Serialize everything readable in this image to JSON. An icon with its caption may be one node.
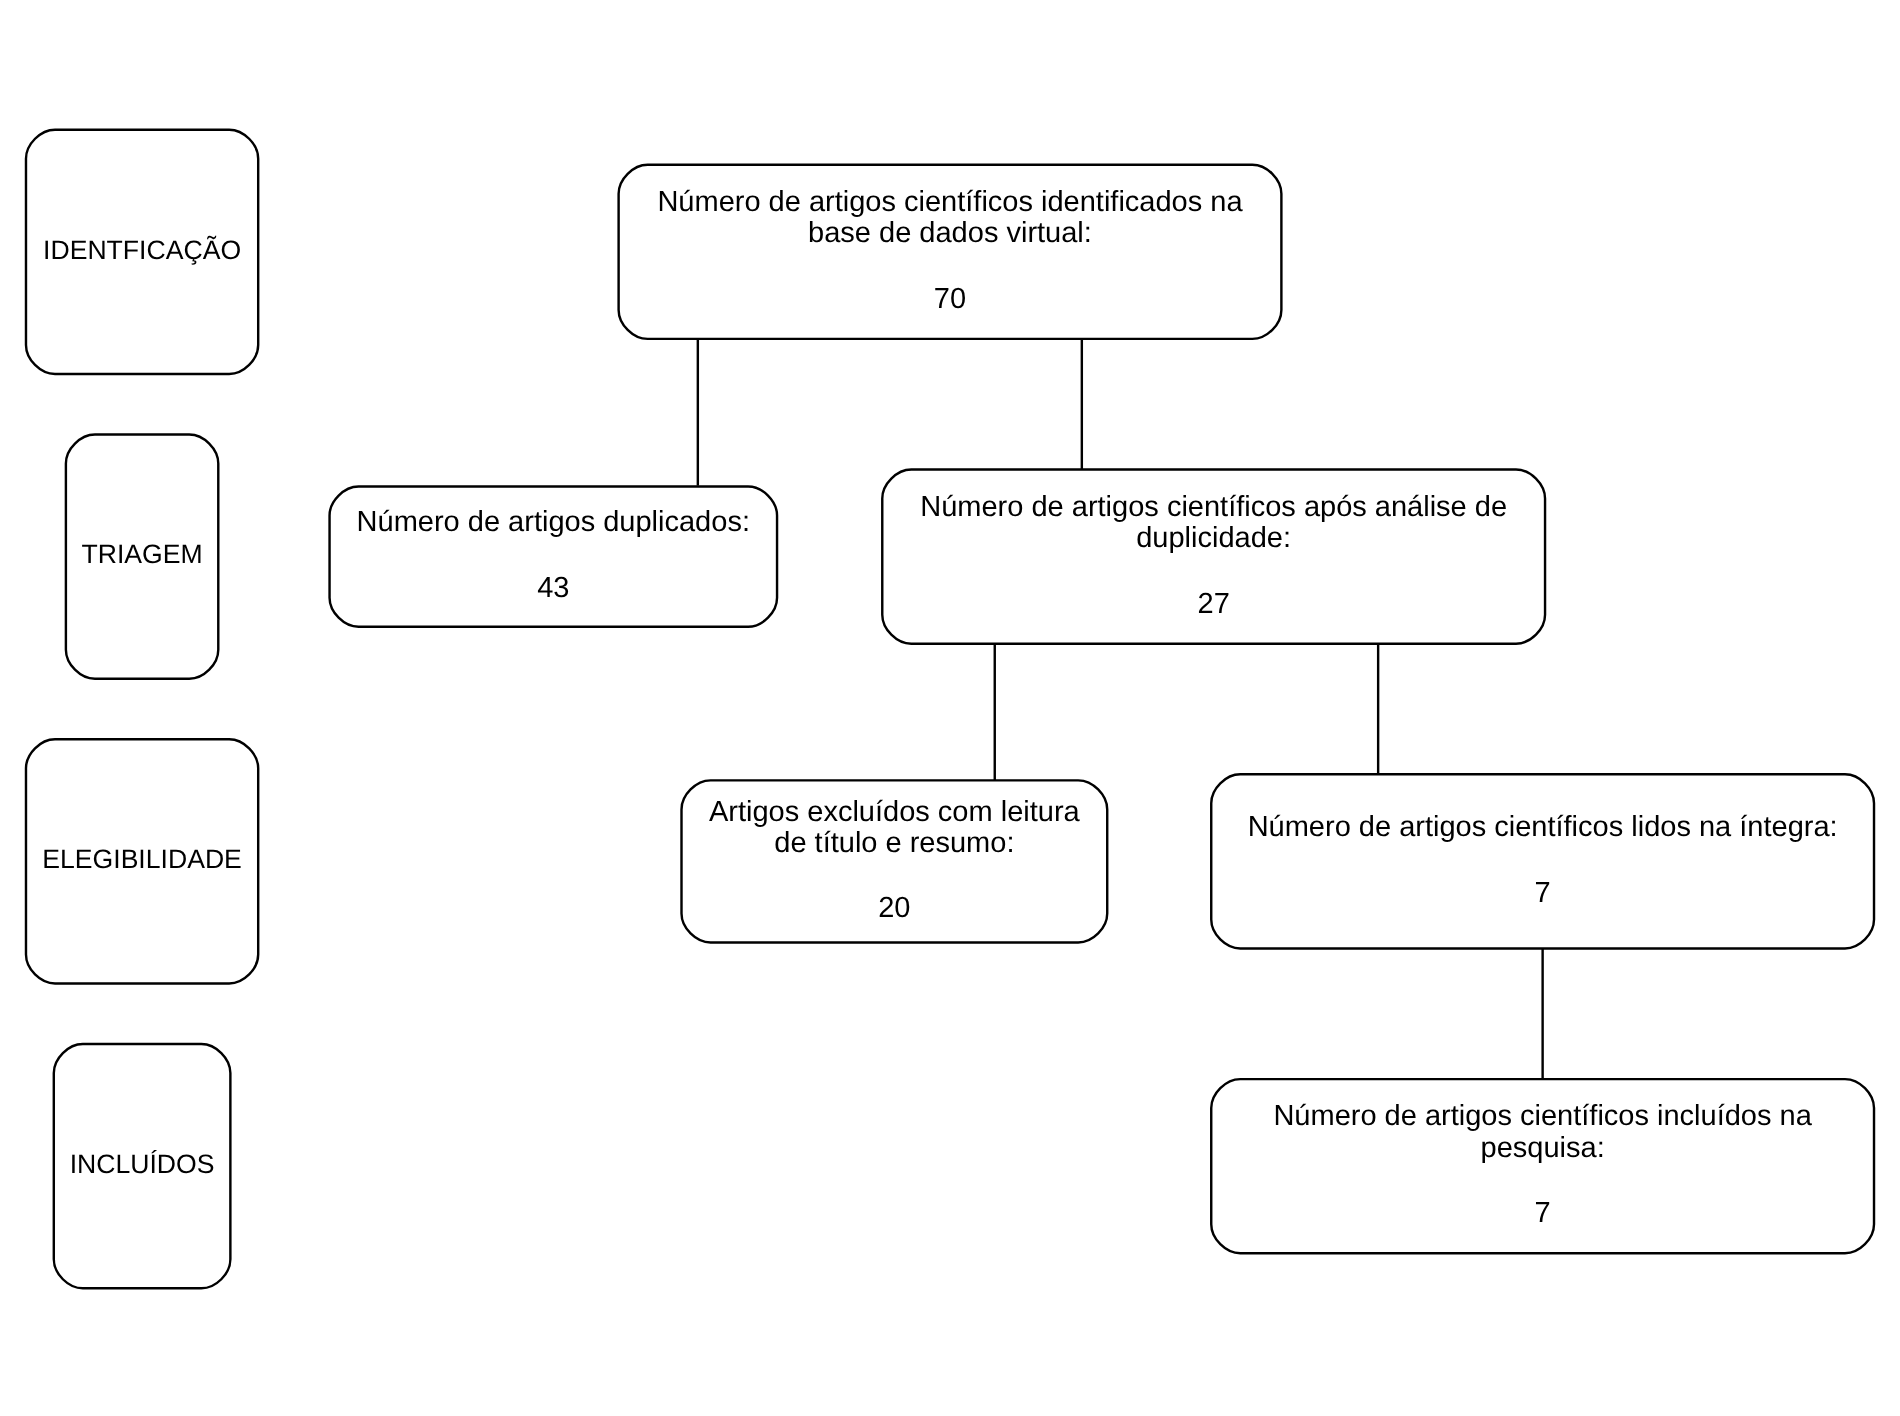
{
  "diagram": {
    "nodes": [
      {
        "text": [
          "IDENTFICAÇÃO"
        ]
      },
      {
        "text": [
          "Número de artigos científicos identificados na base de dados virtual:",
          "70"
        ]
      },
      {
        "text": [
          "Número de artigos duplicados:",
          "43"
        ]
      },
      {
        "text": [
          "TRIAGEM"
        ]
      },
      {
        "text": [
          "Número de artigos científicos após análise de duplicidade:",
          "27"
        ]
      },
      {
        "text": [
          "Artigos excluídos com leitura de título e resumo:",
          "20"
        ]
      },
      {
        "text": [
          "ELEGIBILIDADE"
        ]
      },
      {
        "text": [
          "Número de artigos científicos lidos na íntegra:",
          "7"
        ]
      },
      {
        "text": [
          "INCLUÍDOS"
        ]
      },
      {
        "text": [
          "Número de artigos científicos incluídos na pesquisa:",
          "7"
        ]
      }
    ],
    "edges": [
      {
        "from": 1,
        "to": 4,
        "arrow": "none"
      },
      {
        "from": 1,
        "to": 2,
        "arrow": "none"
      },
      {
        "from": 4,
        "to": 7,
        "arrow": "none"
      },
      {
        "from": 4,
        "to": 5,
        "arrow": "none"
      },
      {
        "from": 7,
        "to": 9,
        "arrow": "none"
      }
    ]
  }
}
